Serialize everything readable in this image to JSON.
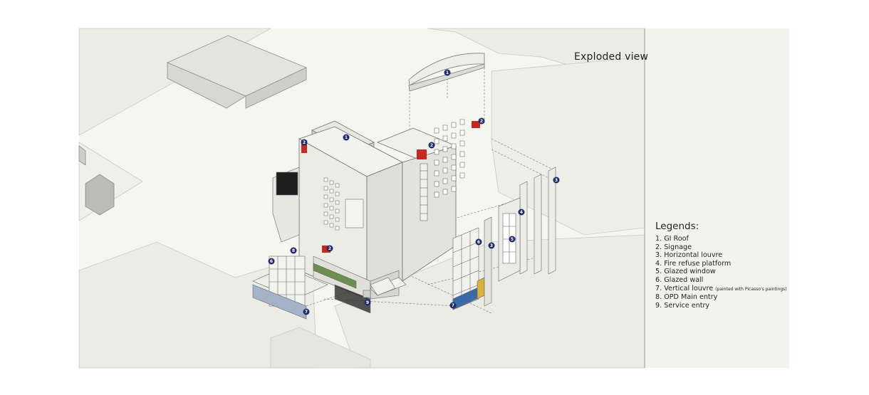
{
  "title": "Exploded view",
  "legend": {
    "heading": "Legends:",
    "items": [
      {
        "num": "1.",
        "text": "GI Roof",
        "note": ""
      },
      {
        "num": "2.",
        "text": "Signage",
        "note": ""
      },
      {
        "num": "3.",
        "text": "Horizontal louvre",
        "note": ""
      },
      {
        "num": "4.",
        "text": "Fire refuse platform",
        "note": ""
      },
      {
        "num": "5.",
        "text": "Glazed window",
        "note": ""
      },
      {
        "num": "6.",
        "text": "Glazed wall",
        "note": ""
      },
      {
        "num": "7.",
        "text": "Vertical louvre",
        "note": "(painted with Picasso's paintings)"
      },
      {
        "num": "8.",
        "text": "OPD Main entry",
        "note": ""
      },
      {
        "num": "9.",
        "text": "Service entry",
        "note": ""
      }
    ]
  },
  "markers": [
    "1",
    "1",
    "2",
    "2",
    "2",
    "2",
    "3",
    "3",
    "4",
    "5",
    "6",
    "6",
    "7",
    "7",
    "8",
    "9"
  ],
  "colors": {
    "background": "#f6f6f1",
    "ground": "#efefea",
    "block": "#e7e7e2",
    "line": "#6e6e6e",
    "marker": "#1f2d6e",
    "signage": "#c8261e"
  }
}
